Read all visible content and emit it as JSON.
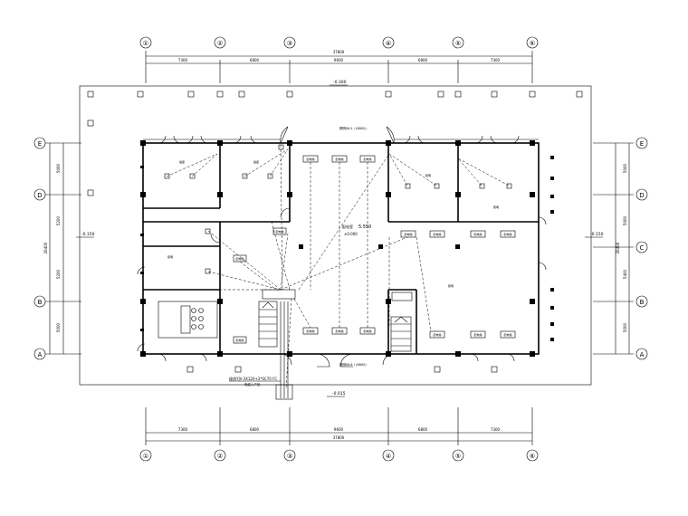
{
  "axes": {
    "columns": [
      "①",
      "②",
      "③",
      "④",
      "⑤",
      "⑥"
    ],
    "rows": [
      "E",
      "D",
      "C",
      "B",
      "A"
    ]
  },
  "dimensions": {
    "top_total": "37800",
    "top_segments": [
      "7300",
      "6800",
      "9600",
      "6800",
      "7300"
    ],
    "bottom_total": "37800",
    "bottom_segments": [
      "7300",
      "6800",
      "9600",
      "6800",
      "7300"
    ],
    "left_total": "26400",
    "left_segments": [
      "5000",
      "5200",
      "5200",
      "5000"
    ],
    "right_total": "26400",
    "right_segments": [
      "5000",
      "5000",
      "5400",
      "5000"
    ]
  },
  "elevations": {
    "top": "-0.300",
    "left": "-0.150",
    "right": "-0.150",
    "bottom": "-0.015",
    "center_level": "±0.000",
    "center_value": "5.550"
  },
  "labels": {
    "cable_entry": "接线YJV-3X120+2*SC70 FC",
    "cable_entry_sub": "电缆入户处",
    "box_label": "配电箱",
    "center_room": "配电室",
    "sockets": "插座",
    "lights": "照明",
    "note_top": "照明WL1 / (6800)",
    "note_bottom": "照明WL4 / (6800)"
  }
}
